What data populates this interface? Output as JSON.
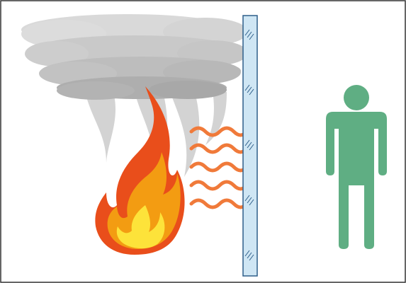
{
  "illustration": {
    "elements": [
      "smoke-cloud",
      "smoke-plumes",
      "fire",
      "heat-waves",
      "glass-pane",
      "person"
    ],
    "colors": {
      "frame": "#333333",
      "smoke_light": "#d9d9d9",
      "smoke_mid": "#c4c4c4",
      "smoke_dark": "#a8a8a8",
      "flame_outer": "#e94e1b",
      "flame_mid": "#f39c12",
      "flame_inner": "#fde33a",
      "heat_wave": "#f07a3a",
      "glass_fill": "#cfe6f4",
      "glass_edge": "#2f5f8a",
      "person": "#5fae83"
    }
  }
}
